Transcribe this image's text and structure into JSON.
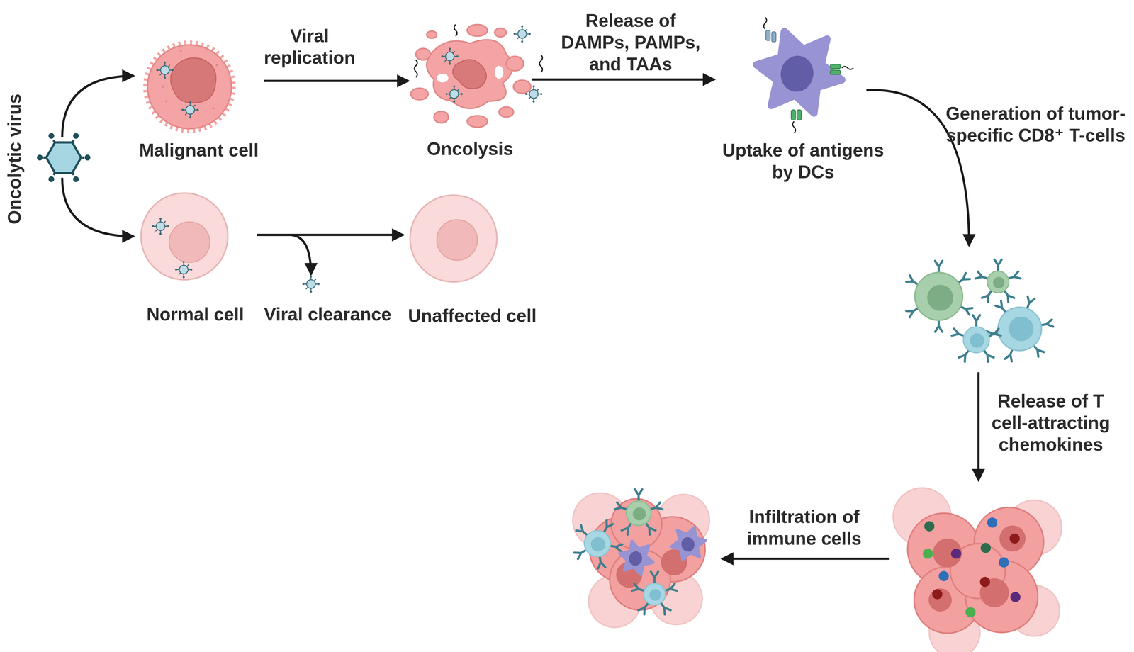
{
  "diagram": {
    "nodes": [
      {
        "text": [
          "Oncolytic virus"
        ]
      },
      {
        "text": [
          "Malignant cell"
        ]
      },
      {
        "text": [
          "Oncolysis"
        ]
      },
      {
        "text": [
          "Uptake of antigens by DCs"
        ]
      },
      {
        "text": [
          "Normal cell"
        ]
      },
      {
        "text": [
          "Viral clearance"
        ]
      },
      {
        "text": [
          "Unaffected cell"
        ]
      }
    ],
    "edges": [
      {
        "from": 0,
        "to": 1,
        "arrow": "to"
      },
      {
        "from": 0,
        "to": 4,
        "arrow": "to"
      },
      {
        "from": 1,
        "to": 2,
        "label": "Viral replication",
        "arrow": "to"
      },
      {
        "from": 2,
        "to": 3,
        "label": "Release of DAMPs, PAMPs, and TAAs",
        "arrow": "to"
      },
      {
        "from": 4,
        "to": 6,
        "arrow": "to"
      },
      {
        "from": 4,
        "to": 5,
        "arrow": "to"
      }
    ],
    "labels": [
      "Generation of tumor-specific CD8⁺ T-cells",
      "Release of T cell-attracting chemokines",
      "Infiltration of immune cells"
    ]
  }
}
